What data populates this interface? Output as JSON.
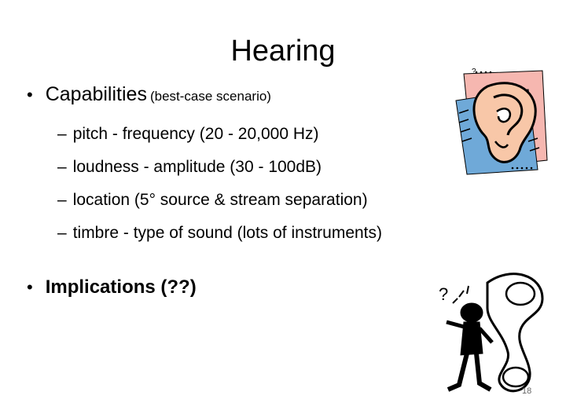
{
  "slide": {
    "title": "Hearing",
    "bullets": [
      {
        "text": "Capabilities",
        "aside": "(best-case scenario)",
        "subitems": [
          "pitch - frequency (20 - 20,000 Hz)",
          "loudness - amplitude (30 - 100dB)",
          "location (5° source & stream separation)",
          "timbre - type of sound (lots of instruments)"
        ]
      },
      {
        "text": "Implications (??)"
      }
    ],
    "bullet_glyph": "•",
    "sub_glyph": "–",
    "page_number": "18",
    "art": {
      "ear_question_glyph": "?",
      "phone_question_glyph": "?"
    }
  },
  "colors": {
    "ear_background_pink": "#f6b7b0",
    "ear_background_blue": "#6fa9d8",
    "ear_skin": "#f8c7a8",
    "ink": "#000000"
  }
}
